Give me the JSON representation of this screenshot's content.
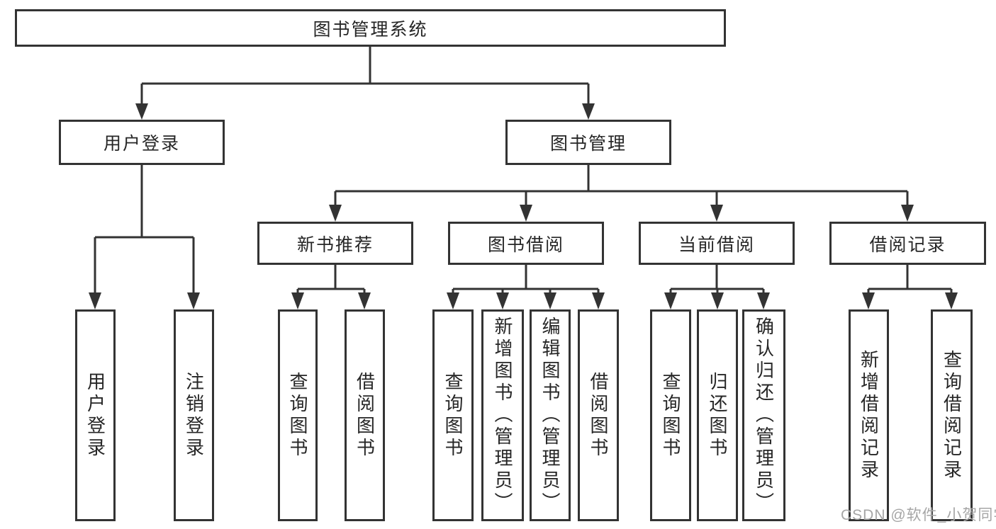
{
  "diagram": {
    "title": "图书管理系统",
    "children": [
      {
        "label": "用户登录",
        "children": [
          {
            "label": "用户登录"
          },
          {
            "label": "注销登录"
          }
        ]
      },
      {
        "label": "图书管理",
        "children": [
          {
            "label": "新书推荐",
            "children": [
              {
                "label": "查询图书"
              },
              {
                "label": "借阅图书"
              }
            ]
          },
          {
            "label": "图书借阅",
            "children": [
              {
                "label": "查询图书"
              },
              {
                "label": "新增图书（管理员）"
              },
              {
                "label": "编辑图书（管理员）"
              },
              {
                "label": "借阅图书"
              }
            ]
          },
          {
            "label": "当前借阅",
            "children": [
              {
                "label": "查询图书"
              },
              {
                "label": "归还图书"
              },
              {
                "label": "确认归还（管理员）"
              }
            ]
          },
          {
            "label": "借阅记录",
            "children": [
              {
                "label": "新增借阅记录"
              },
              {
                "label": "查询借阅记录"
              }
            ]
          }
        ]
      }
    ]
  },
  "watermark": {
    "text": "CSDN @软件_小贺同学"
  },
  "colors": {
    "line": "#333333",
    "text": "#262626",
    "box_background": "#ffffff",
    "watermark": "#a6a6a6",
    "page_background": "#ffffff"
  }
}
